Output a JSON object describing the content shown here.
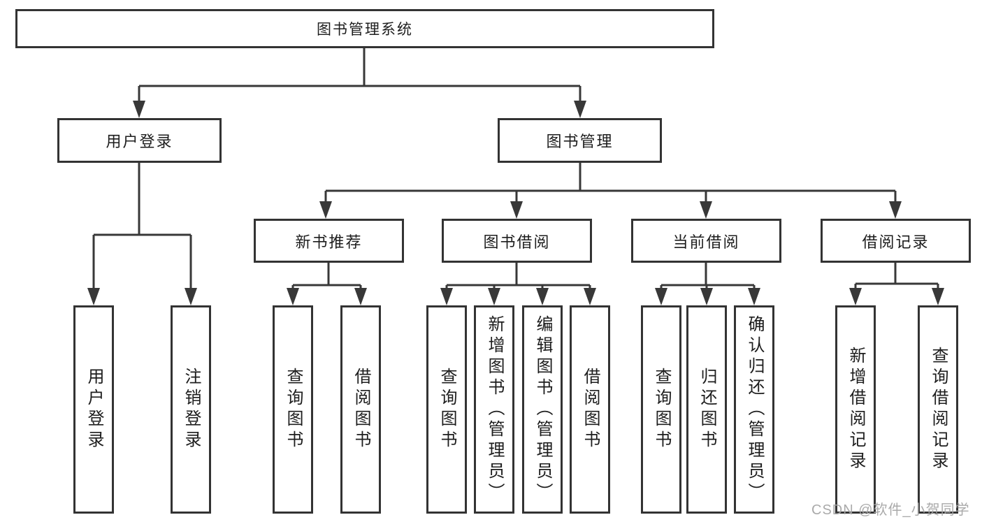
{
  "diagram": {
    "title": "图书管理系统",
    "root": {
      "label": "图书管理系统"
    },
    "level2": [
      {
        "label": "用户登录"
      },
      {
        "label": "图书管理"
      }
    ],
    "level3": [
      {
        "label": "新书推荐",
        "parent": "图书管理"
      },
      {
        "label": "图书借阅",
        "parent": "图书管理"
      },
      {
        "label": "当前借阅",
        "parent": "图书管理"
      },
      {
        "label": "借阅记录",
        "parent": "图书管理"
      }
    ],
    "leaves": [
      {
        "label": "用户登录",
        "parent": "用户登录"
      },
      {
        "label": "注销登录",
        "parent": "用户登录"
      },
      {
        "label": "查询图书",
        "parent": "新书推荐"
      },
      {
        "label": "借阅图书",
        "parent": "新书推荐"
      },
      {
        "label": "查询图书",
        "parent": "图书借阅"
      },
      {
        "label": "新增图书（管理员）",
        "parent": "图书借阅"
      },
      {
        "label": "编辑图书（管理员）",
        "parent": "图书借阅"
      },
      {
        "label": "借阅图书",
        "parent": "图书借阅"
      },
      {
        "label": "查询图书",
        "parent": "当前借阅"
      },
      {
        "label": "归还图书",
        "parent": "当前借阅"
      },
      {
        "label": "确认归还（管理员）",
        "parent": "当前借阅"
      },
      {
        "label": "新增借阅记录",
        "parent": "借阅记录"
      },
      {
        "label": "查询借阅记录",
        "parent": "借阅记录"
      }
    ],
    "watermark": "CSDN @软件_小贺同学",
    "colors": {
      "line": "#383838",
      "border": "#333333",
      "text": "#1d1d1d",
      "background": "#ffffff",
      "watermark": "#a5a5a5"
    }
  }
}
